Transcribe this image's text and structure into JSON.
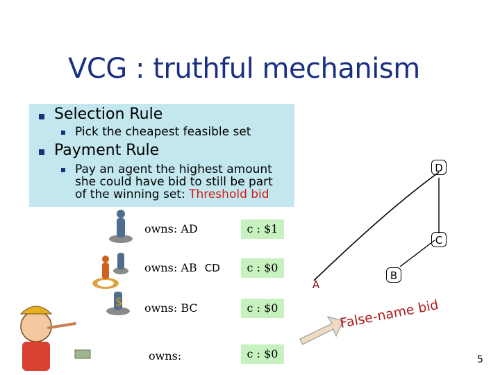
{
  "slide": {
    "title": "VCG : truthful mechanism",
    "bullets": [
      {
        "text": "Selection Rule",
        "sub": [
          "Pick the cheapest feasible set"
        ]
      },
      {
        "text": "Payment Rule",
        "sub": [
          "Pay an agent the highest amount",
          "she could have bid to still be part",
          "of the winning set: "
        ]
      }
    ],
    "threshold_text": "Threshold bid",
    "agents": [
      {
        "owns": "owns:  AD",
        "cost": "c : $1"
      },
      {
        "owns": "owns:  AB",
        "owns_extra": "CD",
        "cost": "c : $0"
      },
      {
        "owns": "owns:  BC",
        "cost": "c : $0"
      },
      {
        "owns": "owns:",
        "cost": "c : $0"
      }
    ],
    "graph": {
      "nodes": [
        "A",
        "B",
        "C",
        "D"
      ]
    },
    "false_name_label": "False-name bid",
    "page_number": "5",
    "colors": {
      "title": "#1a2f80",
      "highlight": "#c3e7ef",
      "cost_box": "#c7f2c0",
      "threshold": "#d11a1a",
      "false_name": "#b01818",
      "arrow_fill": "#f2d9c2"
    }
  }
}
